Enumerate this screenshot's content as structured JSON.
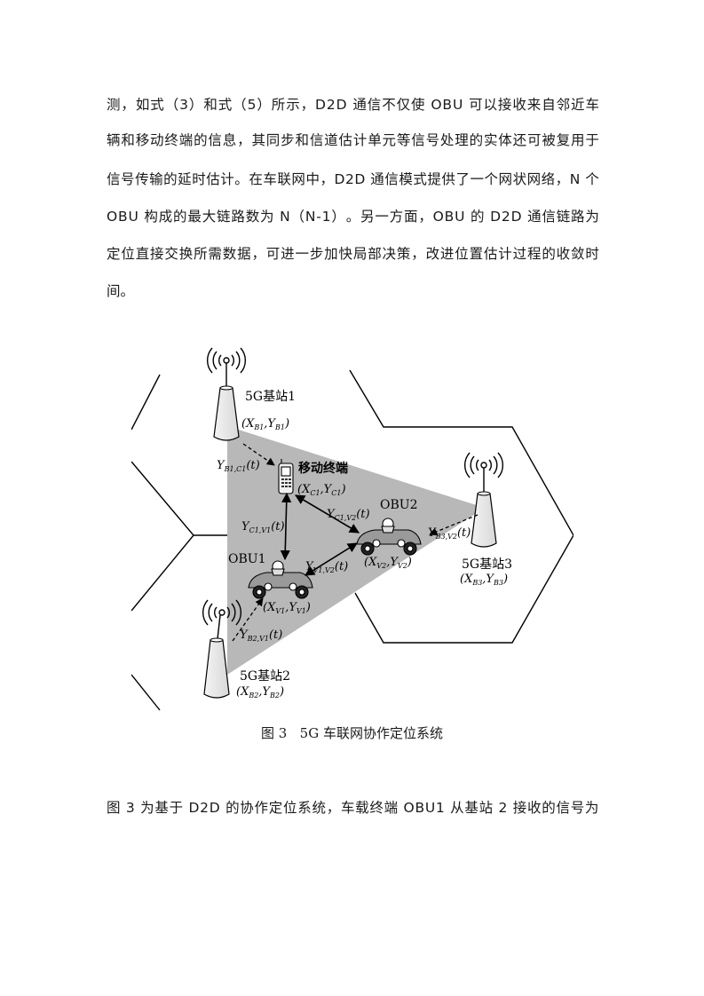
{
  "paragraph1": {
    "lines": [
      "测，如式（3）和式（5）所示，D2D 通信不仅使 OBU 可以接收来自邻近车",
      "辆和移动终端的信息，其同步和信道估计单元等信号处理的实体还可被复用于",
      "信号传输的延时估计。在车联网中，D2D 通信模式提供了一个网状网络，N 个",
      "OBU 构成的最大链路数为 N（N-1）。另一方面，OBU 的 D2D 通信链路为",
      "定位直接交换所需数据，可进一步加快局部决策，改进位置估计过程的收敛时",
      "间。"
    ]
  },
  "figure": {
    "caption": "图 3   5G 车联网协作定位系统",
    "labels": {
      "bs1_name": "5G基站1",
      "bs2_name": "5G基站2",
      "bs3_name": "5G基站3",
      "mobile_name": "移动终端",
      "obu1_name": "OBU1",
      "obu2_name": "OBU2"
    }
  },
  "paragraph2": {
    "lines": [
      "图 3 为基于 D2D 的协作定位系统，车载终端 OBU1 从基站 2 接收的信号为"
    ]
  }
}
